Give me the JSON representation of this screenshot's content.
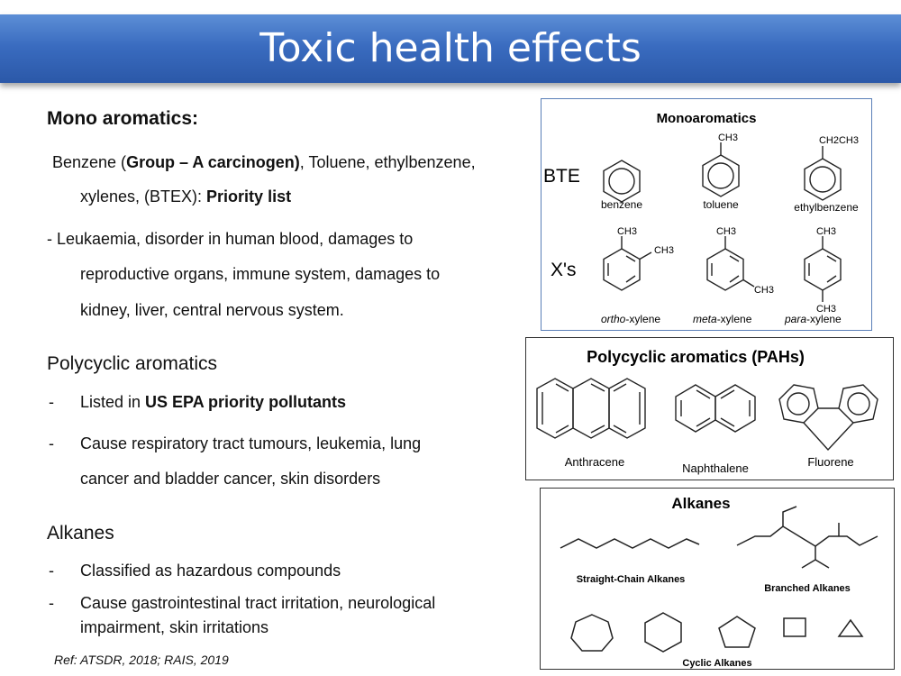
{
  "title": "Toxic health effects",
  "mono": {
    "heading": "Mono aromatics:",
    "line1_a": "Benzene (",
    "line1_bold": "Group – A carcinogen)",
    "line1_b": ", Toluene, ethylbenzene,",
    "line2_a": "xylenes, (BTEX): ",
    "line2_bold": "Priority list",
    "effects": [
      "- Leukaemia, disorder in human blood, damages to",
      "reproductive organs, immune system, damages to",
      "kidney, liver, central nervous system."
    ]
  },
  "poly": {
    "heading": "Polycyclic aromatics",
    "dash": "-",
    "b1_a": "Listed in ",
    "b1_bold": "US EPA priority pollutants",
    "b2_l1": "Cause respiratory tract tumours, leukemia, lung",
    "b2_l2": "cancer and bladder cancer, skin disorders"
  },
  "alk": {
    "heading": "Alkanes",
    "b1": "Classified as hazardous compounds",
    "b2_l1": "Cause gastrointestinal tract irritation, neurological",
    "b2_l2": "impairment, skin irritations"
  },
  "ref": "Ref: ATSDR, 2018; RAIS, 2019",
  "fig_mono": {
    "title": "Monoaromatics",
    "bte": "BTE",
    "xs": "X's",
    "benzene": "benzene",
    "toluene": "toluene",
    "ethylbenzene": "ethylbenzene",
    "ch3": "CH3",
    "ch2ch3": "CH2CH3",
    "ortho_i": "ortho",
    "meta_i": "meta",
    "para_i": "para",
    "xylene": "-xylene"
  },
  "fig_pah": {
    "title": "Polycyclic aromatics (PAHs)",
    "anthracene": "Anthracene",
    "naphthalene": "Naphthalene",
    "fluorene": "Fluorene"
  },
  "fig_alk": {
    "title": "Alkanes",
    "straight": "Straight-Chain Alkanes",
    "branched": "Branched Alkanes",
    "cyclic": "Cyclic Alkanes"
  }
}
